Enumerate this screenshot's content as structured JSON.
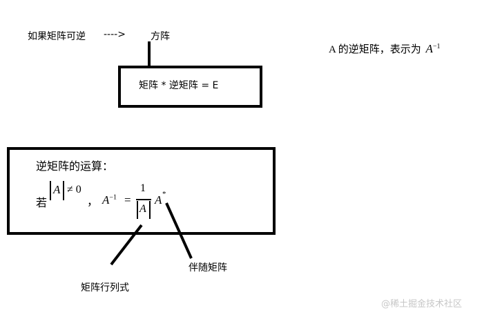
{
  "top": {
    "condition_text": "如果矩阵可逆",
    "arrow_text": "---->",
    "square_matrix_text": "方阵",
    "equation_text": "矩阵 * 逆矩阵 = E"
  },
  "right_note": {
    "prefix": "A 的逆矩阵，表示为",
    "symbol": "A",
    "exponent": "−1"
  },
  "rule_box": {
    "title": "逆矩阵的运算：",
    "if_text": "若",
    "det_symbol": "A",
    "neq_zero": "≠ 0",
    "comma": "，",
    "inverse_symbol": "A",
    "inverse_exp": "−1",
    "equals": "=",
    "numerator": "1",
    "denominator_symbol": "A",
    "adjugate_symbol": "A",
    "adjugate_star": "*"
  },
  "annotations": {
    "adjugate_label": "伴随矩阵",
    "determinant_label": "矩阵行列式"
  },
  "watermark": "@稀土掘金技术社区"
}
